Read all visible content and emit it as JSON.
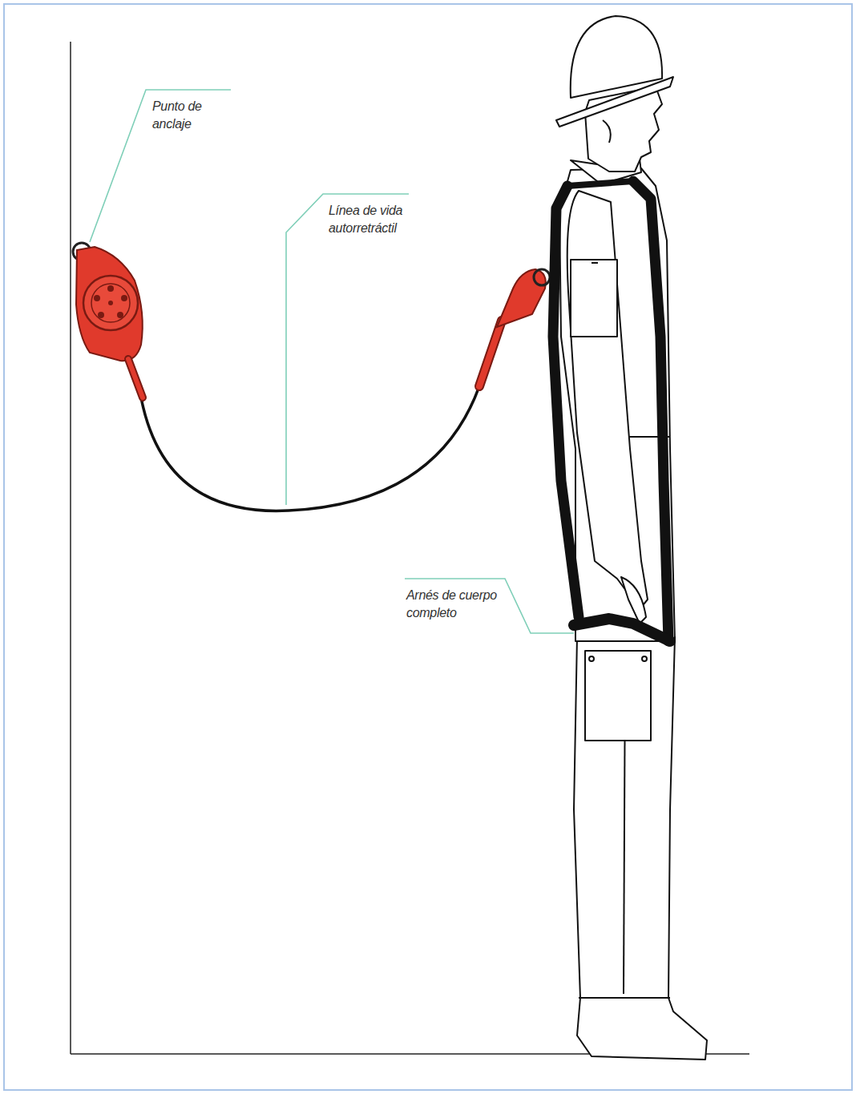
{
  "diagram": {
    "labels": [
      "Punto de anclaje",
      "Línea de vida autorretráctil",
      "Arnés de cuerpo completo"
    ]
  }
}
